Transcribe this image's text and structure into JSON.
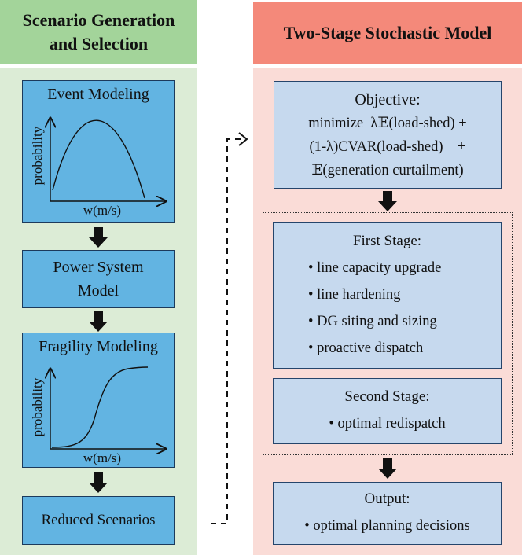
{
  "left_column": {
    "header_line1": "Scenario Generation",
    "header_line2": "and Selection",
    "event_modeling": {
      "title": "Event Modeling",
      "ylabel": "probability",
      "xlabel": "w(m/s)"
    },
    "power_system_model": {
      "line1": "Power System",
      "line2": "Model"
    },
    "fragility_modeling": {
      "title": "Fragility Modeling",
      "ylabel": "probability",
      "xlabel": "w(m/s)"
    },
    "reduced_scenarios": "Reduced Scenarios"
  },
  "right_column": {
    "header": "Two-Stage Stochastic Model",
    "objective": {
      "title": "Objective:",
      "line1": "minimize  λ𝔼(load-shed) +",
      "line2": "(1-λ)CVAR(load-shed)    +",
      "line3": "𝔼(generation curtailment)"
    },
    "first_stage": {
      "title": "First Stage:",
      "items": [
        "line capacity upgrade",
        "line hardening",
        "DG siting and sizing",
        "proactive dispatch"
      ]
    },
    "second_stage": {
      "title": "Second Stage:",
      "items": [
        "optimal redispatch"
      ]
    },
    "output": {
      "title": "Output:",
      "items": [
        "optimal planning decisions"
      ]
    },
    "bullet": "•"
  },
  "colors": {
    "left_header_bg": "#a3d49a",
    "left_panel_bg": "#dcecd6",
    "right_header_bg": "#f4897a",
    "right_panel_bg": "#fadcd7",
    "blue_box": "#62b4e2",
    "light_blue_box": "#c6d9ee"
  }
}
